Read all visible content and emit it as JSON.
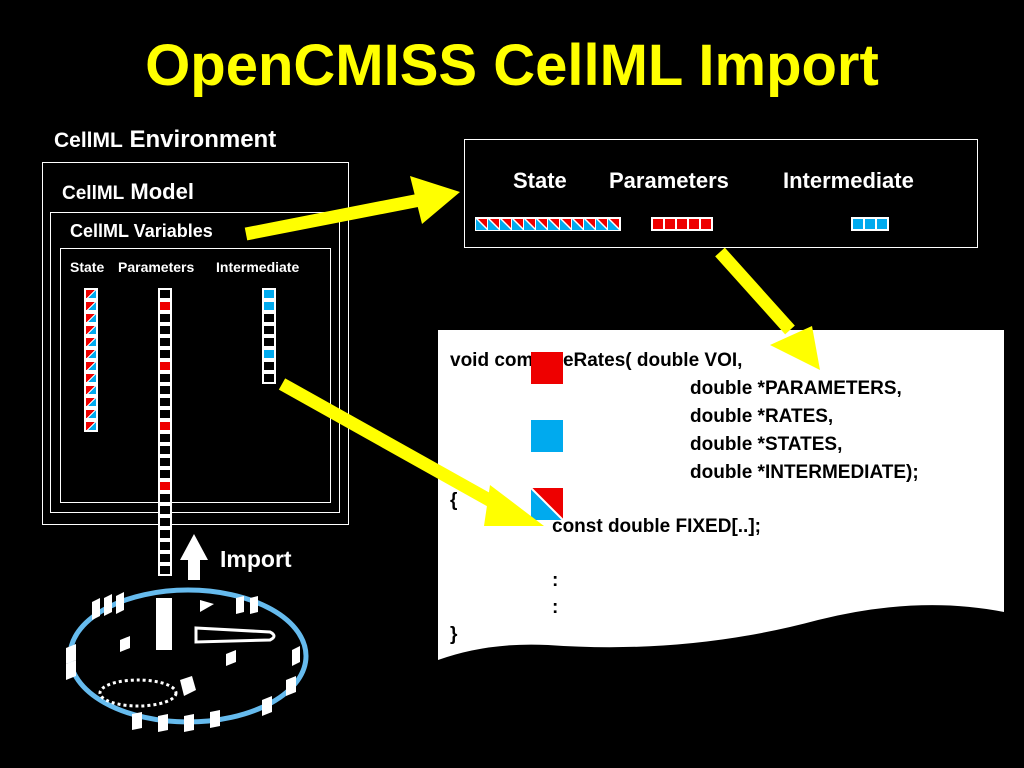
{
  "title": "OpenCMISS CellML Import",
  "environment": {
    "prefix": "CellML",
    "label": "Environment"
  },
  "model": {
    "prefix": "CellML",
    "label": "Model"
  },
  "variables_label": "CellML Variables",
  "columns": {
    "state": "State",
    "parameters": "Parameters",
    "intermediate": "Intermediate"
  },
  "import_label": "Import",
  "arrays_panel": {
    "state": "State",
    "parameters": "Parameters",
    "intermediate": "Intermediate"
  },
  "code": {
    "line1": "void computeRates( double VOI,",
    "line2": "double *PARAMETERS,",
    "line3": "double *RATES,",
    "line4": "double *STATES,",
    "line5": "double *INTERMEDIATE);",
    "open_brace": "{",
    "fixed": "const double FIXED[..];",
    "dots1": ":",
    "dots2": ":",
    "close_brace": "}"
  },
  "colors": {
    "title": "#ffff00",
    "red": "#ee0000",
    "blue": "#00aaee",
    "arrow": "#ffff00",
    "ellipse": "#66bbee"
  },
  "state_cells": 12,
  "parameter_pattern": [
    "w",
    "r",
    "w",
    "w",
    "w",
    "w",
    "r",
    "w",
    "w",
    "w",
    "w",
    "r",
    "w",
    "w",
    "w",
    "w",
    "r",
    "w",
    "w",
    "w",
    "w",
    "w",
    "w",
    "w"
  ],
  "intermediate_pattern": [
    "b",
    "b",
    "w",
    "w",
    "w",
    "b",
    "w",
    "w"
  ]
}
